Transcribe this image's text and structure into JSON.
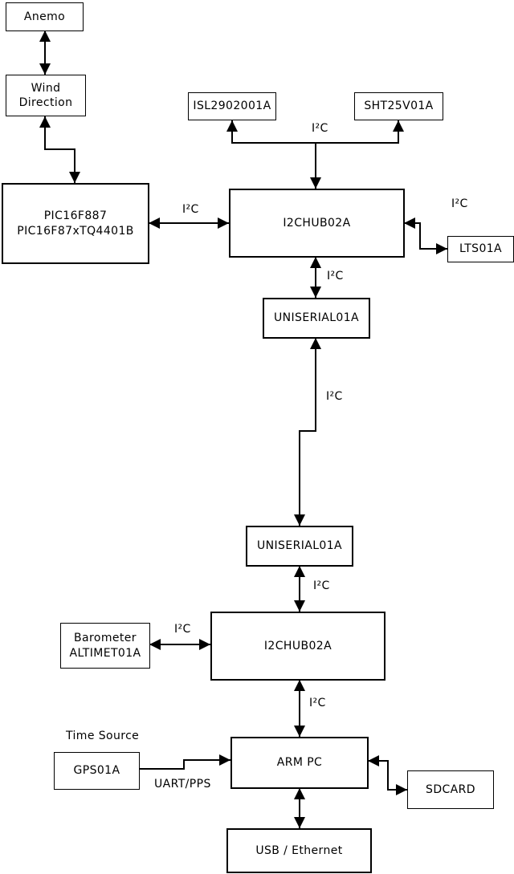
{
  "diagram": {
    "type": "block-diagram",
    "background": "#ffffff",
    "line_color": "#000000",
    "text_color": "#000000",
    "nodes": {
      "anemo": {
        "label": "Anemo"
      },
      "wind_direction": {
        "line1": "Wind",
        "line2": "Direction"
      },
      "pic": {
        "line1": "PIC16F887",
        "line2": "PIC16F87xTQ4401B"
      },
      "isl": {
        "label": "ISL2902001A"
      },
      "sht": {
        "label": "SHT25V01A"
      },
      "hub1": {
        "label": "I2CHUB02A"
      },
      "lts": {
        "label": "LTS01A"
      },
      "uniserial1": {
        "label": "UNISERIAL01A"
      },
      "uniserial2": {
        "label": "UNISERIAL01A"
      },
      "hub2": {
        "label": "I2CHUB02A"
      },
      "barometer": {
        "line1": "Barometer",
        "line2": "ALTIMET01A"
      },
      "arm_pc": {
        "label": "ARM PC"
      },
      "gps": {
        "label": "GPS01A"
      },
      "sdcard": {
        "label": "SDCARD"
      },
      "usb_ethernet": {
        "label": "USB / Ethernet"
      }
    },
    "edge_labels": {
      "i2c": "I²C",
      "uart_pps": "UART/PPS",
      "time_source": "Time Source"
    }
  }
}
